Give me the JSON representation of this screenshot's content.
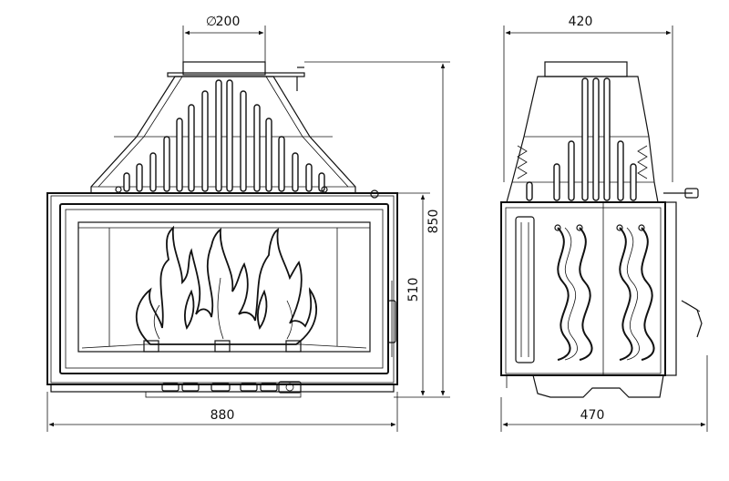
{
  "dimensions": {
    "flue_diameter": "200",
    "depth_top": "420",
    "height_total": "850",
    "height_glass": "510",
    "width_front": "880",
    "depth_side": "470"
  },
  "symbols": {
    "diameter_symbol": "∅"
  },
  "colors": {
    "line": "#111111",
    "background": "#ffffff"
  }
}
